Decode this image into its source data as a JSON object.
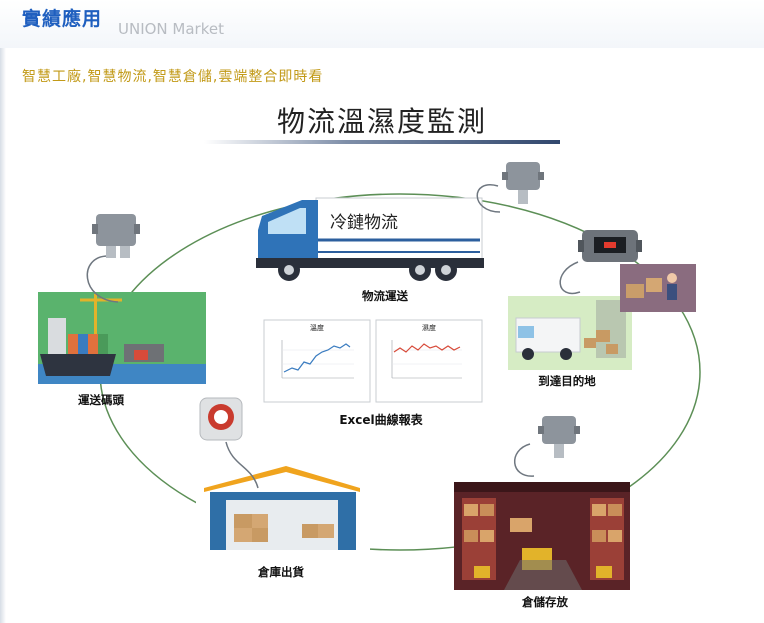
{
  "header": {
    "brand": "實績應用",
    "brand_sub": "UNION Market"
  },
  "tagline": "智慧工廠,智慧物流,智慧倉儲,雲端整合即時看",
  "title": "物流溫濕度監測",
  "truck": {
    "text": "冷鏈物流"
  },
  "stages": {
    "transport": "物流運送",
    "destination": "到達目的地",
    "storage": "倉儲存放",
    "outbound": "倉庫出貨",
    "port": "運送碼頭"
  },
  "report": {
    "caption": "Excel曲線報表",
    "temp_title": "溫度",
    "humid_title": "濕度"
  },
  "colors": {
    "brand": "#1f5fbf",
    "tagline": "#c29a18",
    "cycle_line": "#5c8f56"
  }
}
